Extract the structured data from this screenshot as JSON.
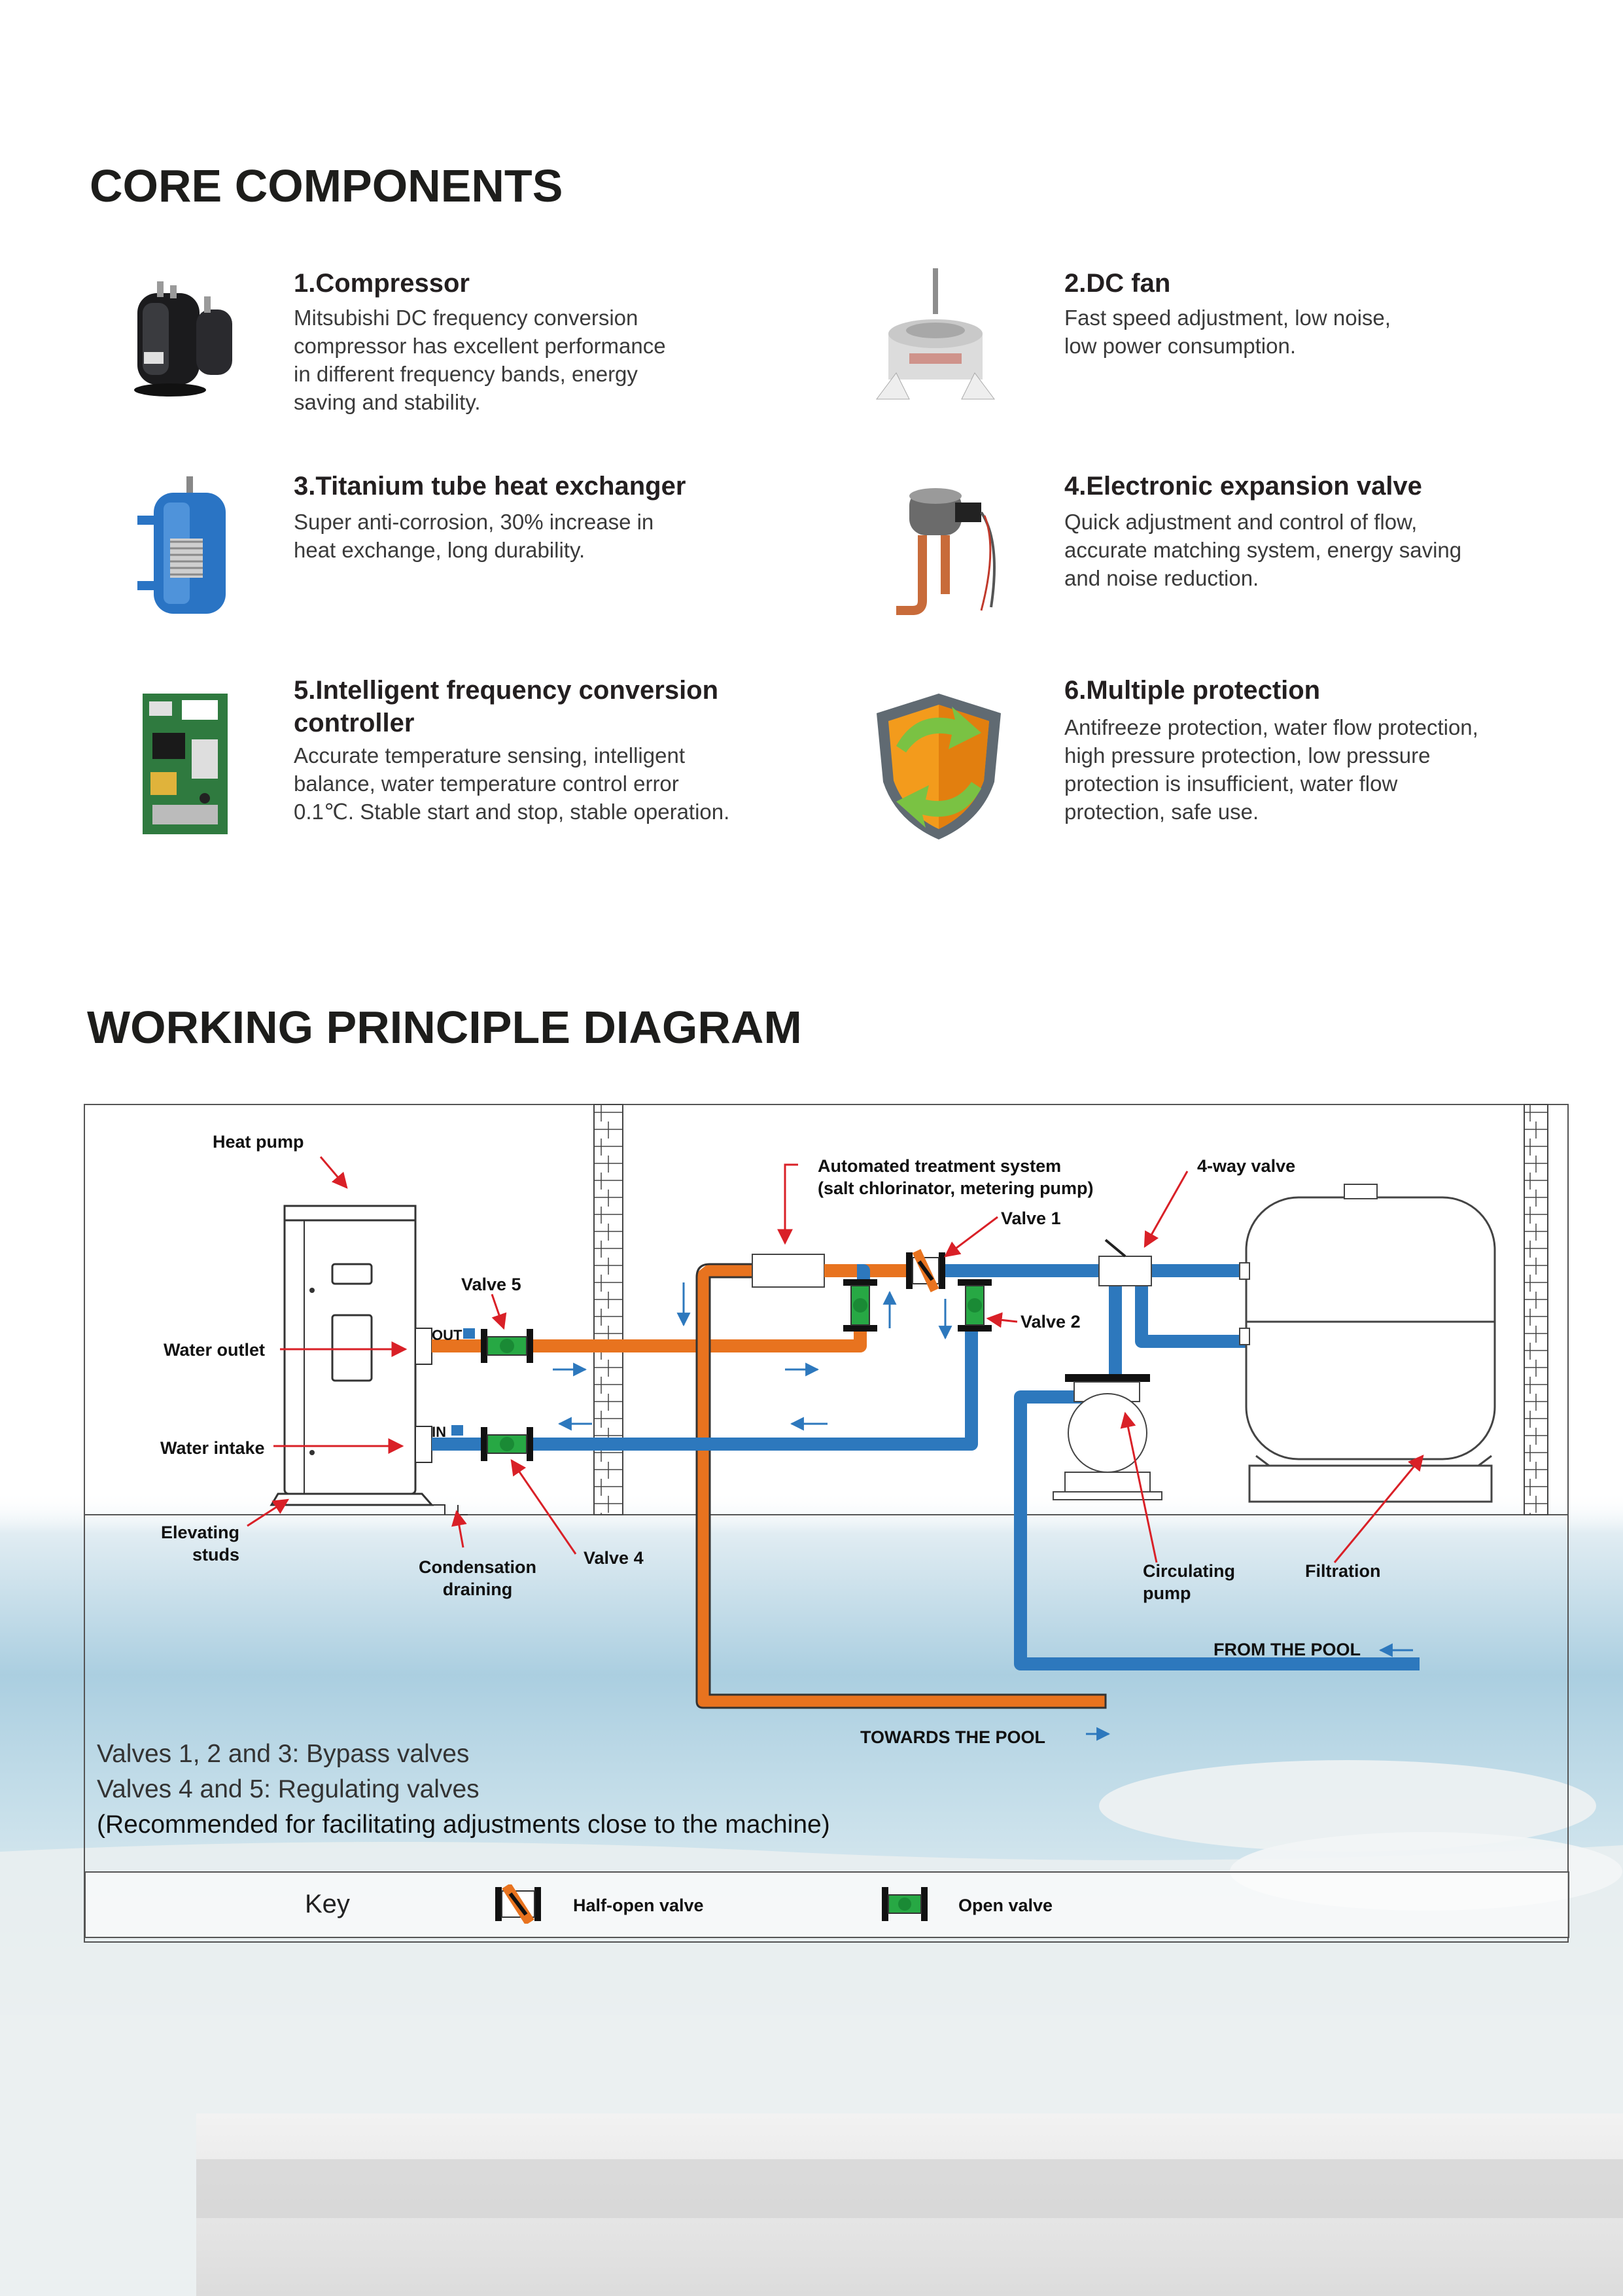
{
  "core": {
    "heading": "CORE COMPONENTS",
    "items": [
      {
        "title": "1.Compressor",
        "desc": [
          "Mitsubishi DC frequency conversion",
          "compressor has excellent performance",
          "in different frequency bands, energy",
          "saving and stability."
        ],
        "icon": "compressor-icon"
      },
      {
        "title": "2.DC fan",
        "desc": [
          "Fast speed adjustment, low noise,",
          "low power consumption."
        ],
        "icon": "dc-fan-icon"
      },
      {
        "title": "3.Titanium tube heat exchanger",
        "desc": [
          "Super anti-corrosion, 30% increase in",
          "heat exchange, long durability."
        ],
        "icon": "heat-exchanger-icon"
      },
      {
        "title": "4.Electronic expansion valve",
        "desc": [
          "Quick adjustment and control of flow,",
          "accurate matching system, energy saving",
          "and noise reduction."
        ],
        "icon": "expansion-valve-icon"
      },
      {
        "title": [
          "5.Intelligent frequency conversion",
          "controller"
        ],
        "desc": [
          "Accurate temperature sensing, intelligent",
          "balance, water temperature control error",
          "0.1℃. Stable start and stop, stable operation."
        ],
        "icon": "controller-board-icon"
      },
      {
        "title": "6.Multiple protection",
        "desc": [
          "Antifreeze protection, water flow protection,",
          "high pressure protection, low pressure",
          "protection is insufficient, water flow",
          "protection, safe use."
        ],
        "icon": "shield-icon"
      }
    ]
  },
  "diagram": {
    "heading": "WORKING PRINCIPLE DIAGRAM",
    "labels": {
      "heat_pump": "Heat pump",
      "water_outlet": "Water outlet",
      "water_intake": "Water intake",
      "elevating_studs": [
        "Elevating",
        "studs"
      ],
      "condensation": [
        "Condensation",
        "draining"
      ],
      "valve5": "Valve 5",
      "valve4": "Valve 4",
      "valve1": "Valve 1",
      "valve2": "Valve 2",
      "treatment": [
        "Automated treatment system",
        "(salt chlorinator, metering pump)"
      ],
      "four_way": "4-way valve",
      "circulating": [
        "Circulating",
        "pump"
      ],
      "filtration": "Filtration",
      "from_pool": "FROM THE POOL",
      "towards_pool": "TOWARDS THE POOL",
      "out": "OUT",
      "in": "IN"
    },
    "notes": [
      "Valves 1, 2 and 3: Bypass valves",
      "Valves 4 and 5: Regulating valves",
      "(Recommended for facilitating adjustments close to the machine)"
    ],
    "key": {
      "title": "Key",
      "half_open": "Half-open valve",
      "open": "Open valve"
    },
    "colors": {
      "hot_pipe": "#e8731f",
      "cold_pipe": "#2d78bd",
      "valve_green": "#27a844",
      "arrow_red": "#d92027",
      "flow_arrow_blue": "#2d78bd"
    }
  }
}
